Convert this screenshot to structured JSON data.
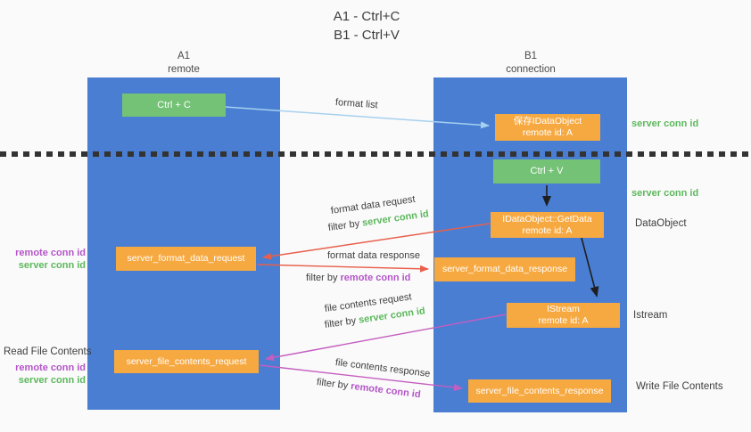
{
  "title": {
    "line1": "A1 - Ctrl+C",
    "line2": "B1 - Ctrl+V"
  },
  "lifelines": {
    "left": {
      "name": "A1",
      "role": "remote"
    },
    "right": {
      "name": "B1",
      "role": "connection"
    }
  },
  "nodes": {
    "ctrl_c": {
      "label": "Ctrl + C"
    },
    "ctrl_v": {
      "label": "Ctrl + V"
    },
    "save_dataobject": {
      "line1": "保存IDataObject",
      "line2": "remote id: A"
    },
    "getdata": {
      "line1": "IDataObject::GetData",
      "line2": "remote id: A"
    },
    "istream": {
      "line1": "IStream",
      "line2": "remote id: A"
    },
    "format_request": {
      "label": "server_format_data_request"
    },
    "format_response": {
      "label": "server_format_data_response"
    },
    "file_request": {
      "label": "server_file_contents_request"
    },
    "file_response": {
      "label": "server_file_contents_response"
    }
  },
  "arrows": {
    "format_list": {
      "label": "format list"
    },
    "format_data_request": {
      "label": "format data request",
      "filter_prefix": "filter by",
      "filter_key": "server conn id"
    },
    "format_data_response": {
      "label": "format data response",
      "filter_prefix": "filter by",
      "filter_key": "remote conn id"
    },
    "file_contents_request": {
      "label": "file contents request",
      "filter_prefix": "filter by",
      "filter_key": "server conn id"
    },
    "file_contents_response": {
      "label": "file contents response",
      "filter_prefix": "filter by",
      "filter_key": "remote conn id"
    }
  },
  "annotations": {
    "right_server_conn_id_top": "server conn id",
    "right_server_conn_id_mid": "server conn id",
    "dataobject": "DataObject",
    "istream": "Istream",
    "write_file_contents": "Write File Contents",
    "left_remote_conn_id_top": "remote conn id",
    "left_server_conn_id_top": "server conn id",
    "read_file_contents": "Read File Contents",
    "left_remote_conn_id_bottom": "remote conn id",
    "left_server_conn_id_bottom": "server conn id"
  },
  "colors": {
    "lifeline_blue": "#4a7ed2",
    "box_green": "#74c276",
    "box_orange": "#f7a941",
    "conn_id_green": "#5cb85c",
    "conn_id_purple": "#b455c8",
    "arrow_red": "#e8604c",
    "arrow_magenta": "#c45ec0",
    "arrow_lightblue": "#a5d1ef",
    "arrow_black": "#1f1f1f",
    "dotted_line": "#333333"
  }
}
